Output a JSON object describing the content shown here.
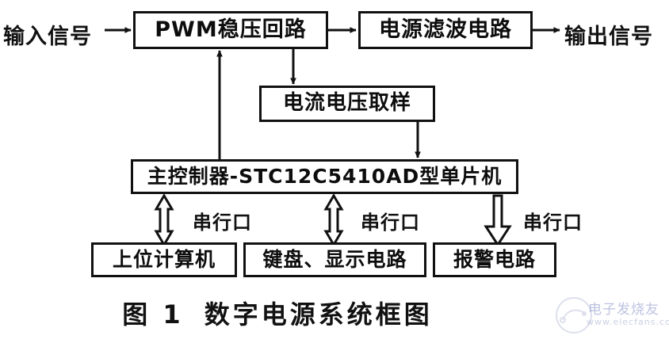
{
  "figure": {
    "caption_number": "图 1",
    "caption_title": "数字电源系统框图"
  },
  "blocks": [
    {
      "id": "pwm",
      "label": "PWM稳压回路"
    },
    {
      "id": "filter",
      "label": "电源滤波电路"
    },
    {
      "id": "sampling",
      "label": "电流电压取样"
    },
    {
      "id": "mcu",
      "label": "主控制器-STC12C5410AD型单片机"
    },
    {
      "id": "host",
      "label": "上位计算机"
    },
    {
      "id": "keyboard",
      "label": "键盘、显示电路"
    },
    {
      "id": "alarm",
      "label": "报警电路"
    }
  ],
  "edge_labels": {
    "input_signal": "输入信号",
    "output_signal": "输出信号",
    "serial_port_1": "串行口",
    "serial_port_2": "串行口",
    "serial_port_3": "串行口"
  },
  "watermark": {
    "text": "电子发烧友",
    "url": "www.elecfans.com"
  },
  "colors": {
    "stroke": "#111111",
    "background": "#ffffff",
    "watermark_text": "#7b86c4",
    "caption_highlight": "#2b2bbb"
  }
}
